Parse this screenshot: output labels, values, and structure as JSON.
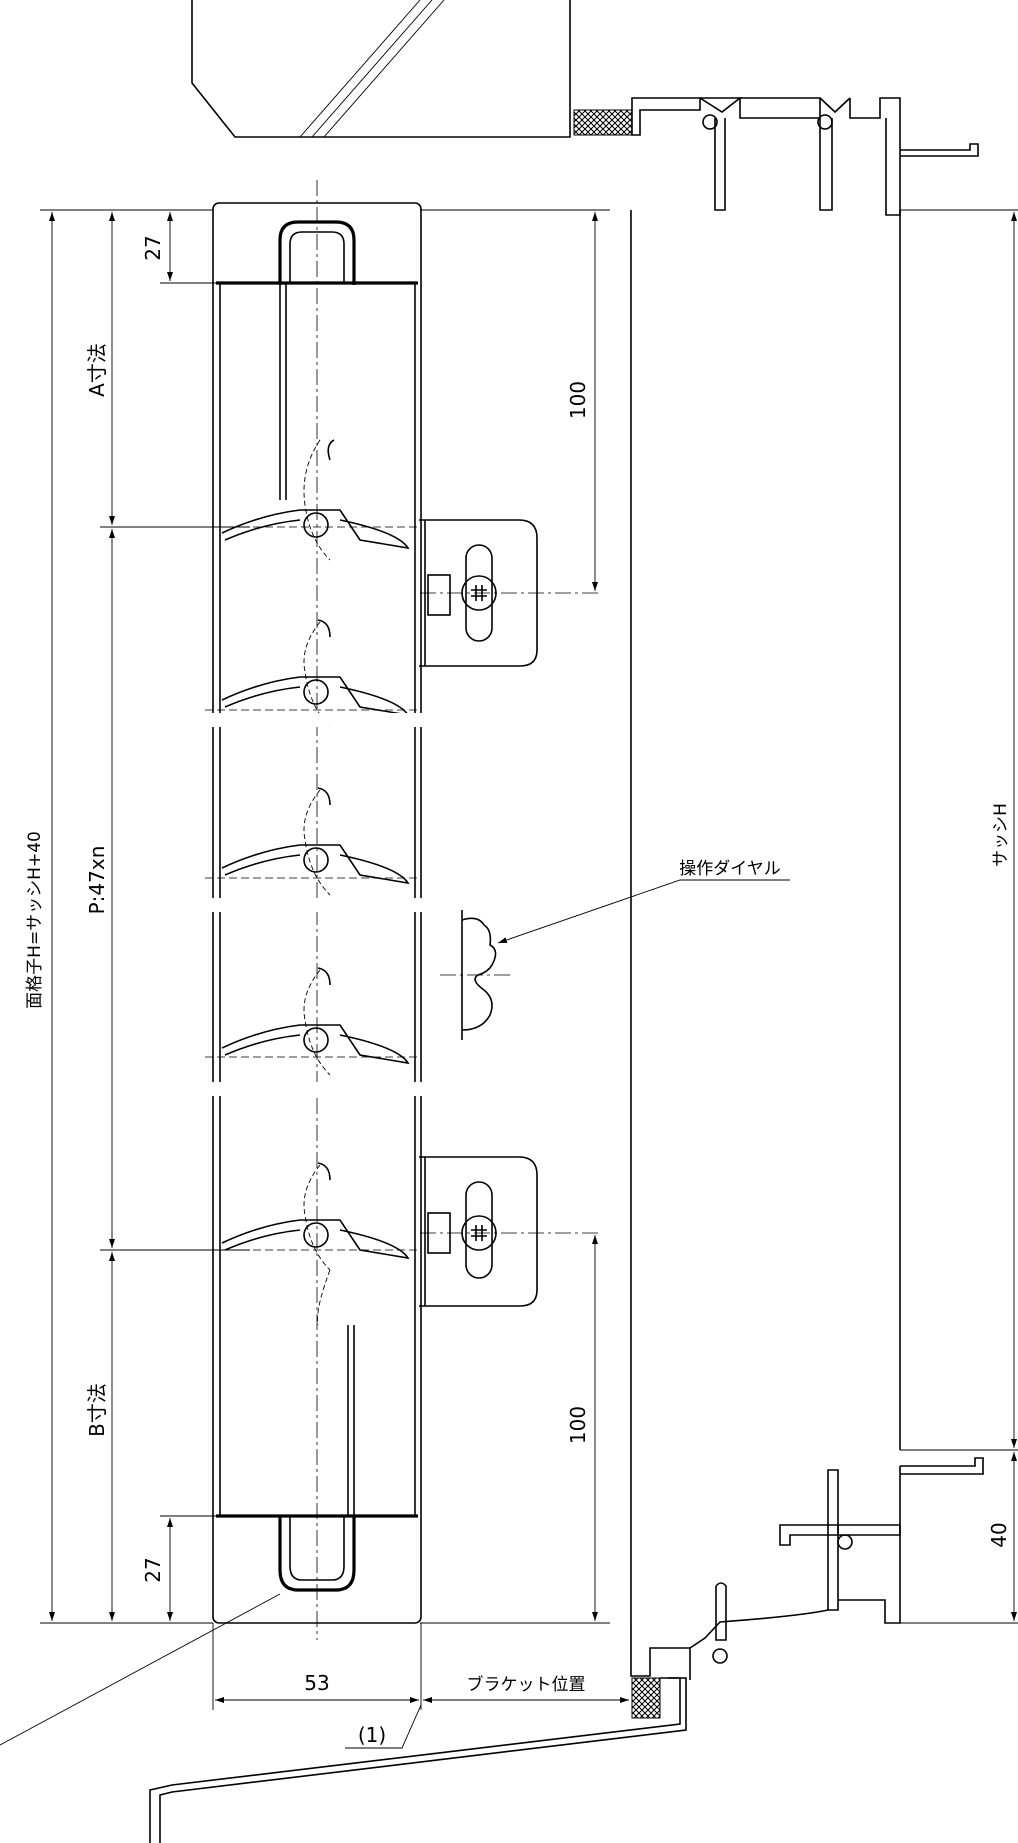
{
  "labels": {
    "overall_height": "面格子H=サッシH+40",
    "a_dim": "A寸法",
    "b_dim": "B寸法",
    "pitch": "P:47xn",
    "dim_27_top": "27",
    "dim_27_bottom": "27",
    "dim_100_top": "100",
    "dim_100_bottom": "100",
    "dim_53": "53",
    "sash_h": "サッシH",
    "dim_40": "40",
    "dial": "操作ダイヤル",
    "bracket_position": "ブラケット位置",
    "callout_1": "(1)"
  },
  "colors": {
    "line": "#000000",
    "background": "#ffffff"
  }
}
